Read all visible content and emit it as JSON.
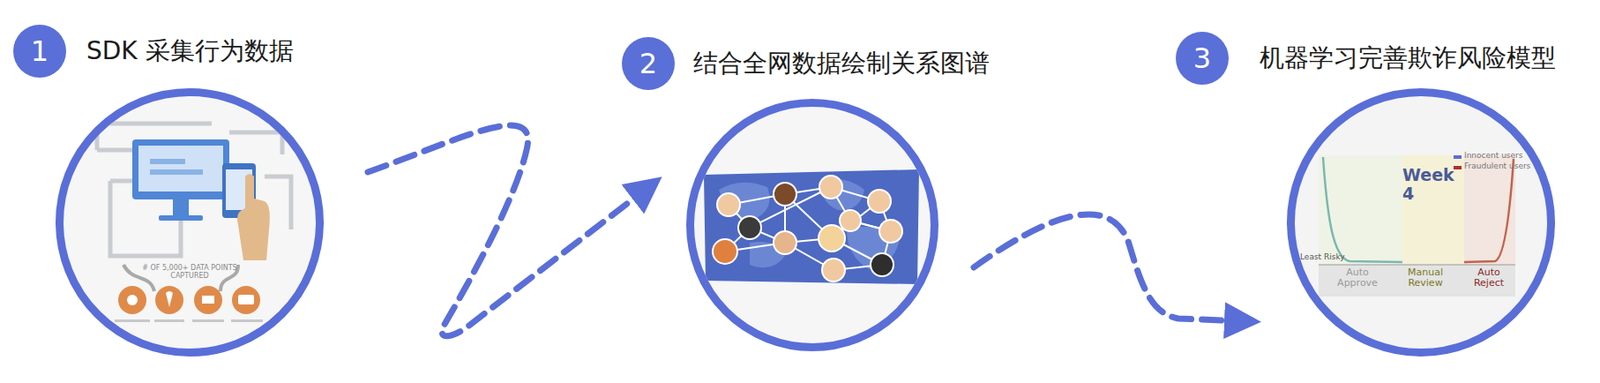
{
  "diagram": {
    "nodes": [
      {
        "text": [
          "1",
          "SDK 采集行为数据"
        ]
      },
      {
        "text": [
          "2",
          "结合全网数据绘制关系图谱"
        ]
      },
      {
        "text": [
          "3",
          "机器学习完善欺诈风险模型"
        ]
      }
    ],
    "edges": [
      {
        "from": 0,
        "to": 1,
        "arrow": "to"
      },
      {
        "from": 1,
        "to": 2,
        "arrow": "to"
      }
    ],
    "labels": [
      "# OF 5,000+ DATA POINTS CAPTURED",
      "Week 4",
      "Innocent users",
      "Fraudulent users",
      "Least Risky",
      "Auto Approve",
      "Manual Review",
      "Auto Reject"
    ]
  }
}
